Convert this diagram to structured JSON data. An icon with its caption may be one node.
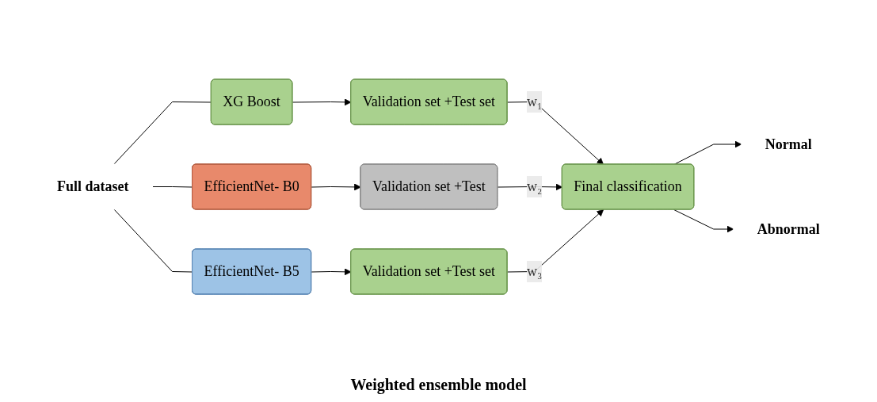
{
  "diagram": {
    "caption": "Weighted ensemble model",
    "nodes": [
      {
        "text": [
          "Full dataset"
        ]
      },
      {
        "text": [
          "XG Boost"
        ]
      },
      {
        "text": [
          "EfficientNet- B0"
        ]
      },
      {
        "text": [
          "EfficientNet- B5"
        ]
      },
      {
        "text": [
          "Validation set +Test set"
        ]
      },
      {
        "text": [
          "Validation set +Test"
        ]
      },
      {
        "text": [
          "Validation set +Test set"
        ]
      },
      {
        "text": [
          "Final classification"
        ]
      },
      {
        "text": [
          "Normal"
        ]
      },
      {
        "text": [
          "Abnormal"
        ]
      }
    ],
    "edges": [
      {
        "from": 0,
        "to": 1,
        "arrow": "none"
      },
      {
        "from": 0,
        "to": 2,
        "arrow": "none"
      },
      {
        "from": 0,
        "to": 3,
        "arrow": "none"
      },
      {
        "from": 1,
        "to": 4,
        "arrow": "to"
      },
      {
        "from": 2,
        "to": 5,
        "arrow": "to"
      },
      {
        "from": 3,
        "to": 6,
        "arrow": "to"
      },
      {
        "from": 4,
        "to": 7,
        "arrow": "to",
        "label": "w₁"
      },
      {
        "from": 5,
        "to": 7,
        "arrow": "to",
        "label": "w₂"
      },
      {
        "from": 6,
        "to": 7,
        "arrow": "to",
        "label": "w₃"
      },
      {
        "from": 7,
        "to": 8,
        "arrow": "to"
      },
      {
        "from": 7,
        "to": 9,
        "arrow": "to"
      }
    ]
  }
}
